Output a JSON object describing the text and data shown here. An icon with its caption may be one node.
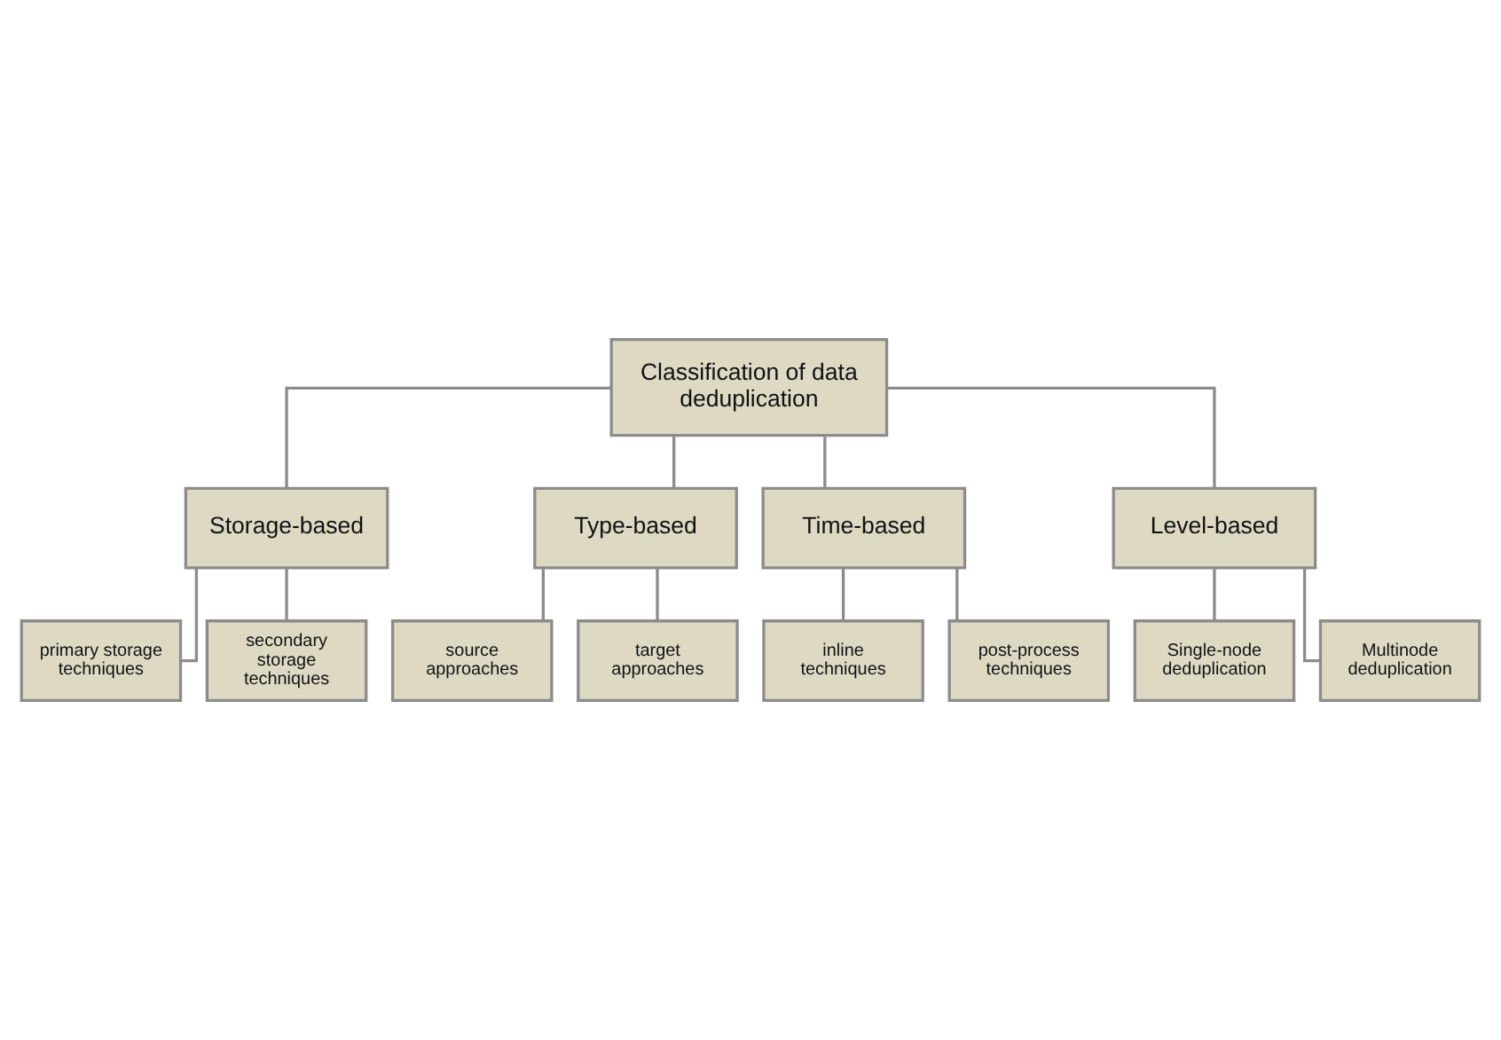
{
  "diagram": {
    "nodes": [
      {
        "text": [
          "Classification of data deduplication"
        ]
      },
      {
        "text": [
          "Storage-based"
        ]
      },
      {
        "text": [
          "Type-based"
        ]
      },
      {
        "text": [
          "Time-based"
        ]
      },
      {
        "text": [
          "Level-based"
        ]
      },
      {
        "text": [
          "primary storage techniques"
        ]
      },
      {
        "text": [
          "secondary storage techniques"
        ]
      },
      {
        "text": [
          "source approaches"
        ]
      },
      {
        "text": [
          "target approaches"
        ]
      },
      {
        "text": [
          "inline techniques"
        ]
      },
      {
        "text": [
          "post-process techniques"
        ]
      },
      {
        "text": [
          "Single-node deduplication"
        ]
      },
      {
        "text": [
          "Multinode deduplication"
        ]
      }
    ],
    "edges": [
      {
        "from": 0,
        "to": 1,
        "arrow": "none"
      },
      {
        "from": 0,
        "to": 2,
        "arrow": "none"
      },
      {
        "from": 0,
        "to": 3,
        "arrow": "none"
      },
      {
        "from": 0,
        "to": 4,
        "arrow": "none"
      },
      {
        "from": 1,
        "to": 5,
        "arrow": "none"
      },
      {
        "from": 1,
        "to": 6,
        "arrow": "none"
      },
      {
        "from": 2,
        "to": 7,
        "arrow": "none"
      },
      {
        "from": 2,
        "to": 8,
        "arrow": "none"
      },
      {
        "from": 3,
        "to": 9,
        "arrow": "none"
      },
      {
        "from": 3,
        "to": 10,
        "arrow": "none"
      },
      {
        "from": 4,
        "to": 11,
        "arrow": "none"
      },
      {
        "from": 4,
        "to": 12,
        "arrow": "none"
      }
    ]
  }
}
